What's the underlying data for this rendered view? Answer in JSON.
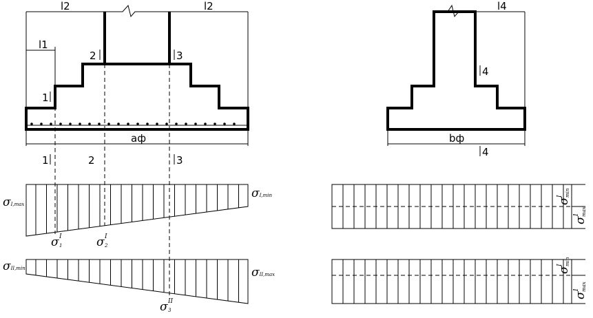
{
  "dims": {
    "l1": "l1",
    "l2_left": "l2",
    "l2_right": "l2",
    "l4": "l4",
    "a_f": "aф",
    "b_f": "bф"
  },
  "sections": {
    "s1_top": "1",
    "s2_top": "2",
    "s3_top": "3",
    "s4_top": "4",
    "s1_bottom": "1",
    "s2_bottom": "2",
    "s3_bottom": "3",
    "s4_bottom": "4"
  },
  "sigma": {
    "glyph": "σ",
    "I_max_sub": "I,max",
    "I_min_sub": "I,min",
    "II_min_sub": "II,min",
    "II_max_sub": "II,max",
    "s1_sup": "I",
    "s1_sub": "1",
    "s2_sup": "I",
    "s2_sub": "2",
    "s3_sup": "II",
    "s3_sub": "3",
    "min_sub": "min",
    "min_sup": "I",
    "max_sub": "max",
    "max_sup": "1"
  }
}
